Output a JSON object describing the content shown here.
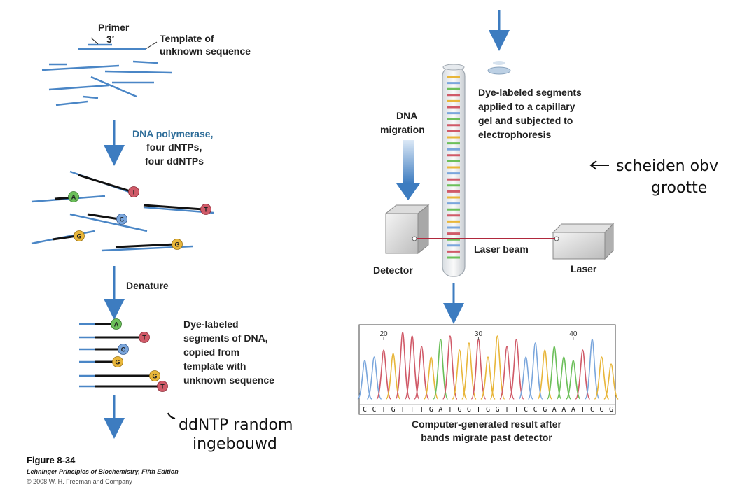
{
  "left": {
    "primer_label": "Primer",
    "three_prime": "3′",
    "template_label_1": "Template of",
    "template_label_2": "unknown sequence",
    "polymerase_label": "DNA polymerase,",
    "dntps_label": "four dNTPs,",
    "ddntps_label": "four ddNTPs",
    "denature_label": "Denature",
    "dye_labeled_lines": [
      "Dye-labeled",
      "segments of DNA,",
      "copied from",
      "template with",
      "unknown sequence"
    ],
    "nucleotides_step2": [
      "A",
      "T",
      "T",
      "C",
      "G",
      "G"
    ],
    "nucleotides_step3": [
      "A",
      "T",
      "C",
      "G",
      "G",
      "T"
    ]
  },
  "right": {
    "applied_lines": [
      "Dye-labeled segments",
      "applied to a capillary",
      "gel and subjected to",
      "electrophoresis"
    ],
    "migration_line1": "DNA",
    "migration_line2": "migration",
    "laser_beam_label": "Laser beam",
    "detector_label": "Detector",
    "laser_label": "Laser",
    "result_line1": "Computer-generated result after",
    "result_line2": "bands migrate past detector",
    "ticks": [
      "20",
      "30",
      "40"
    ],
    "sequence": "CCTGTTTGATGGTGGTTCCGAAATCGG"
  },
  "annotations": {
    "note_right_line1": "scheiden obv",
    "note_right_line2": "grootte",
    "note_left_line1": "ddNTP random",
    "note_left_line2": "ingebouwd"
  },
  "caption": {
    "figure": "Figure 8-34",
    "book": "Lehninger Principles of Biochemistry, Fifth Edition",
    "copyright": "© 2008 W. H. Freeman and Company"
  },
  "colors": {
    "strand": "#4a86c6",
    "arrow": "#3d7cc0",
    "A": "#6cbf5a",
    "T": "#d05a68",
    "C": "#7aa6dc",
    "G": "#e8b63a",
    "laser_beam": "#b0283c"
  }
}
